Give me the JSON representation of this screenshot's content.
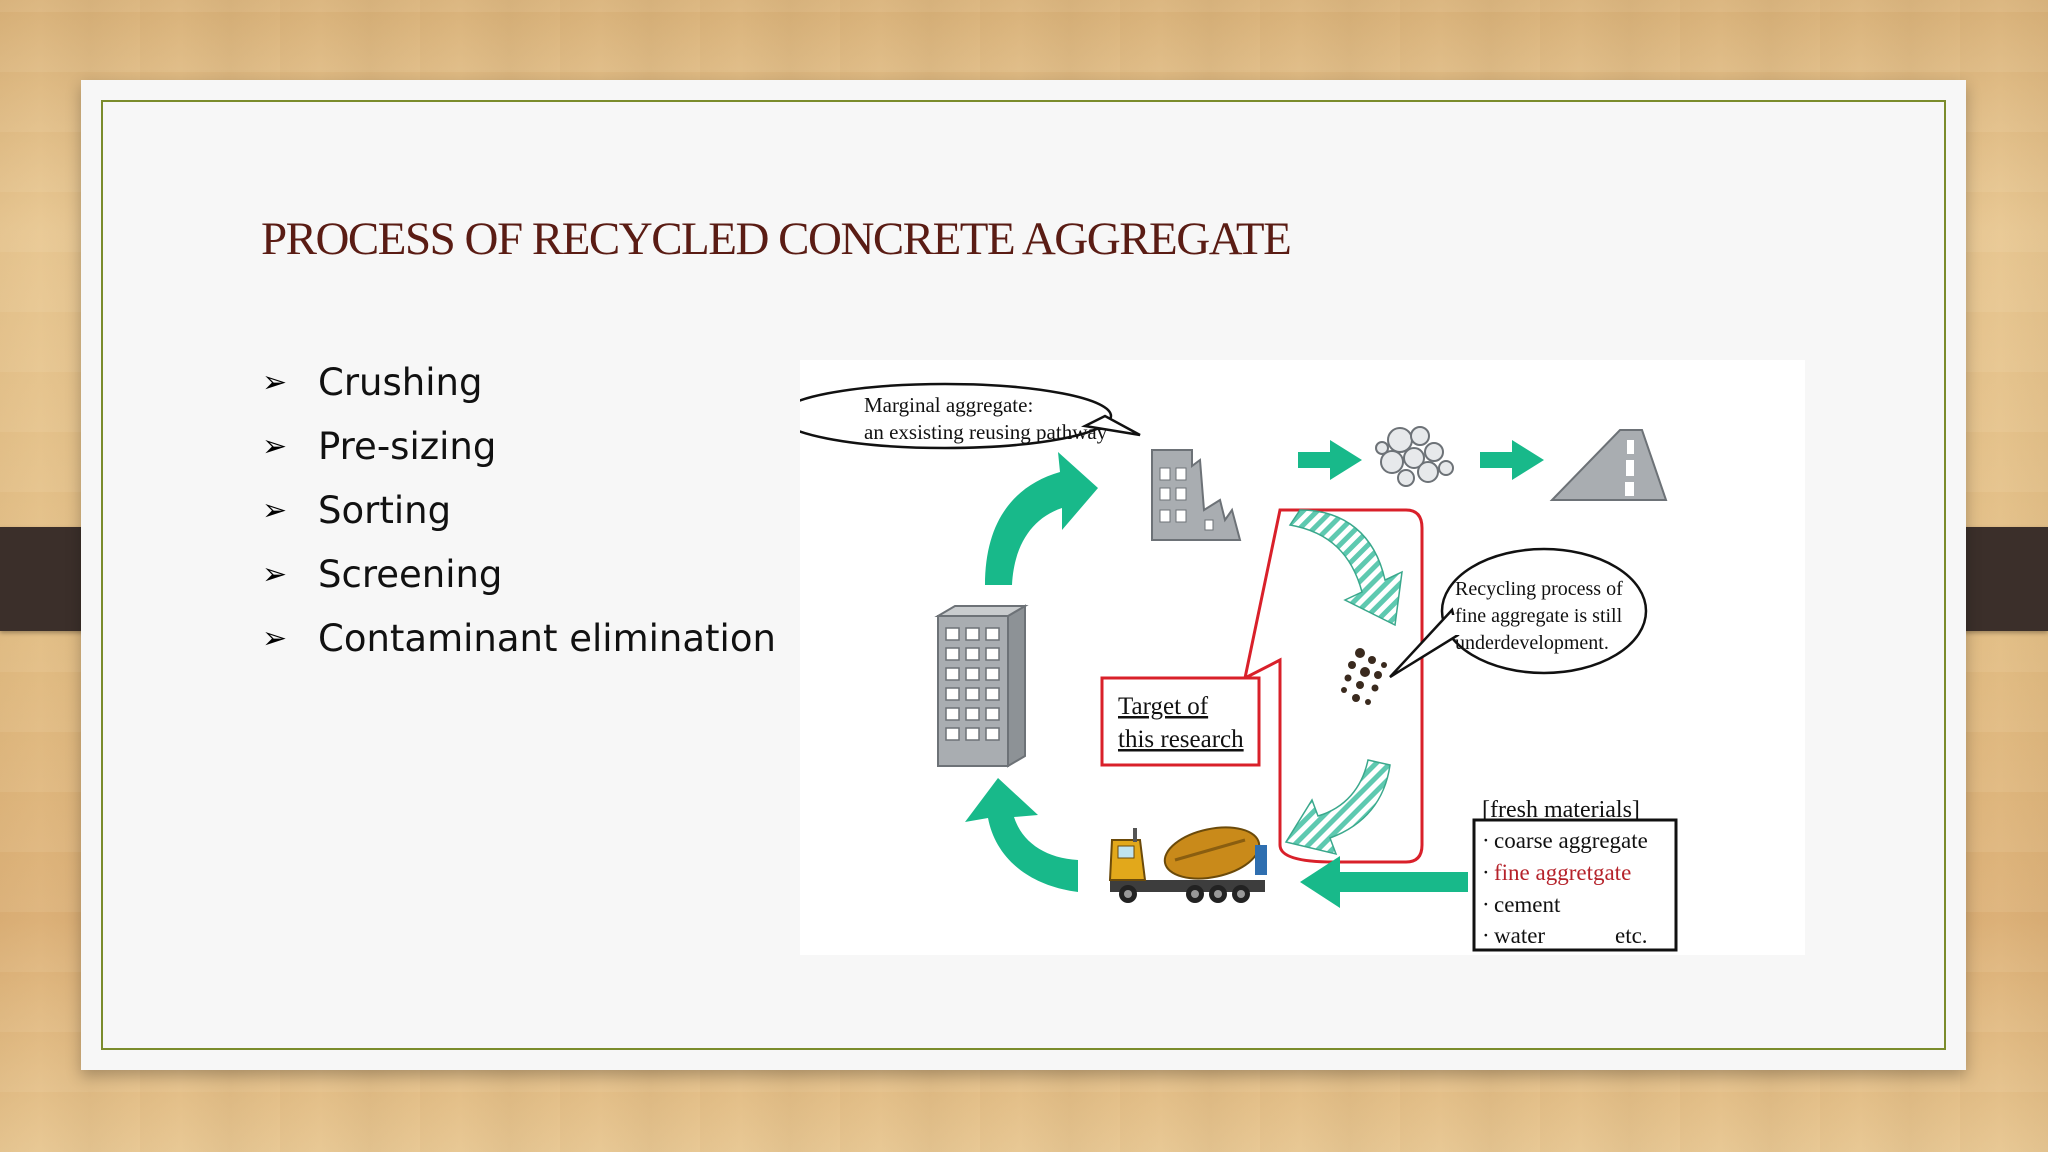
{
  "slide": {
    "title": "PROCESS OF RECYCLED CONCRETE AGGREGATE",
    "bullets": [
      "Crushing",
      "Pre-sizing",
      "Sorting",
      "Screening",
      "Contaminant elimination"
    ]
  },
  "diagram": {
    "marginal_line1": "Marginal aggregate:",
    "marginal_line2": "an exsisting reusing pathway",
    "recycling_line1": "Recycling process of",
    "recycling_line2": "fine aggregate is still",
    "recycling_line3": "underdevelopment.",
    "target_line1": "Target of",
    "target_line2": "this research",
    "fresh_title": "[fresh materials]",
    "fresh_items": [
      "coarse aggregate",
      "fine aggretgate",
      "cement",
      "water"
    ],
    "fresh_etc": "etc."
  },
  "colors": {
    "title": "#5a1c14",
    "arrow_green": "#18b98a",
    "highlight_red": "#d9202a",
    "frame": "#7b8c2c"
  }
}
